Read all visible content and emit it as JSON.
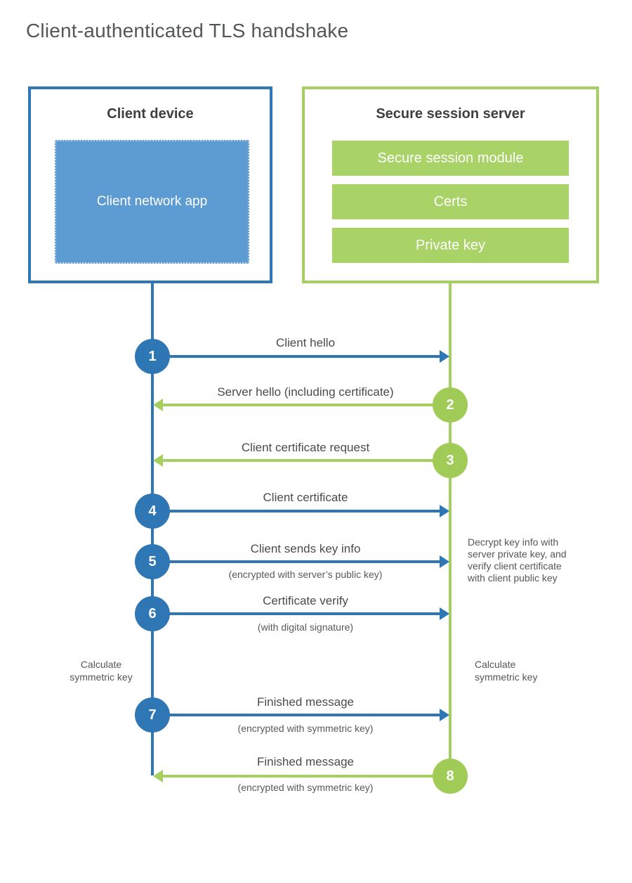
{
  "title": "Client-authenticated TLS handshake",
  "client_box": {
    "title": "Client device",
    "app": "Client network app"
  },
  "server_box": {
    "title": "Secure session server",
    "modules": [
      "Secure session module",
      "Certs",
      "Private key"
    ]
  },
  "steps": [
    {
      "num": "1",
      "label": "Client hello",
      "direction": "client-to-server"
    },
    {
      "num": "2",
      "label": "Server hello (including certificate)",
      "direction": "server-to-client"
    },
    {
      "num": "3",
      "label": "Client certificate request",
      "direction": "server-to-client"
    },
    {
      "num": "4",
      "label": "Client certificate",
      "direction": "client-to-server"
    },
    {
      "num": "5",
      "label": "Client sends key info",
      "sub": "(encrypted with server’s public key)",
      "direction": "client-to-server"
    },
    {
      "num": "6",
      "label": "Certificate verify",
      "sub": "(with digital signature)",
      "direction": "client-to-server"
    },
    {
      "num": "7",
      "label": "Finished message",
      "sub": "(encrypted with symmetric key)",
      "direction": "client-to-server"
    },
    {
      "num": "8",
      "label": "Finished message",
      "sub": "(encrypted with symmetric key)",
      "direction": "server-to-client"
    }
  ],
  "notes": {
    "decrypt": "Decrypt key info with server private key, and verify client certificate with client public key",
    "calc_left": "Calculate symmetric key",
    "calc_right": "Calculate symmetric key"
  },
  "colors": {
    "client_blue": "#2e76b4",
    "app_fill_blue": "#5d9bd3",
    "server_green": "#a5cf60",
    "module_fill_green": "#a9d267",
    "text_dark": "#3f3f3f",
    "text_gray": "#565656"
  }
}
